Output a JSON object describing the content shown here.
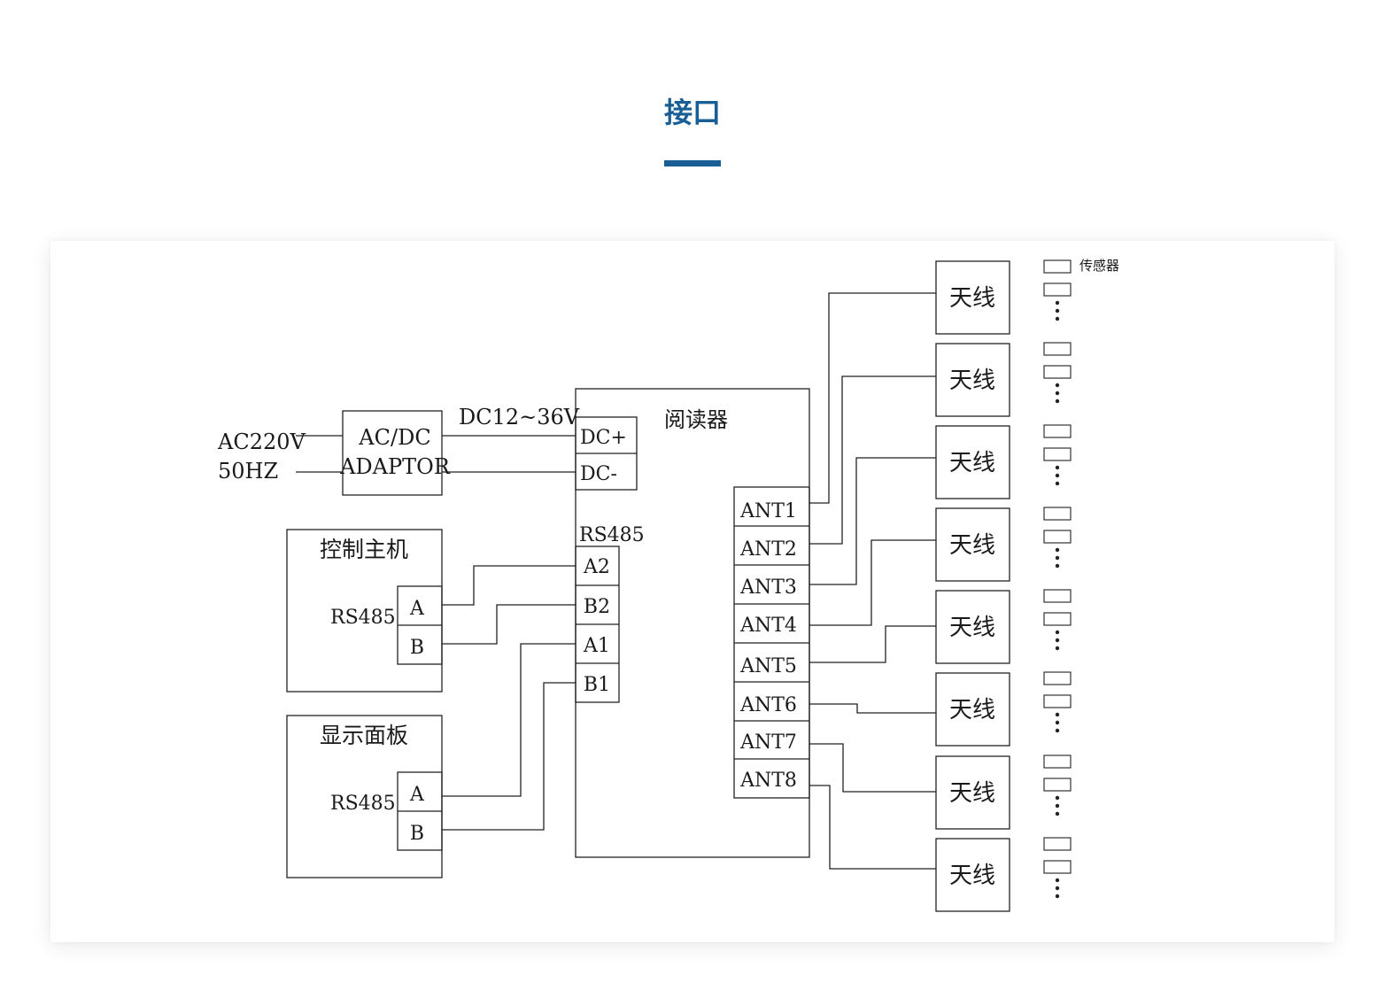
{
  "header": {
    "title": "接口"
  },
  "diagram": {
    "power_input": {
      "line1": "AC220V",
      "line2": "50HZ"
    },
    "adaptor": {
      "line1": "AC/DC",
      "line2": "ADAPTOR"
    },
    "dc_range": "DC12~36V",
    "reader": {
      "label": "阅读器",
      "dc_pins": [
        "DC+",
        "DC-"
      ],
      "rs485_label": "RS485",
      "rs485_pins": [
        "A2",
        "B2",
        "A1",
        "B1"
      ],
      "antenna_ports": [
        "ANT1",
        "ANT2",
        "ANT3",
        "ANT4",
        "ANT5",
        "ANT6",
        "ANT7",
        "ANT8"
      ]
    },
    "control_host": {
      "label": "控制主机",
      "rs485_label": "RS485",
      "pins": [
        "A",
        "B"
      ]
    },
    "display_panel": {
      "label": "显示面板",
      "rs485_label": "RS485",
      "pins": [
        "A",
        "B"
      ]
    },
    "antenna_label": "天线",
    "sensor_legend": "传感器"
  }
}
